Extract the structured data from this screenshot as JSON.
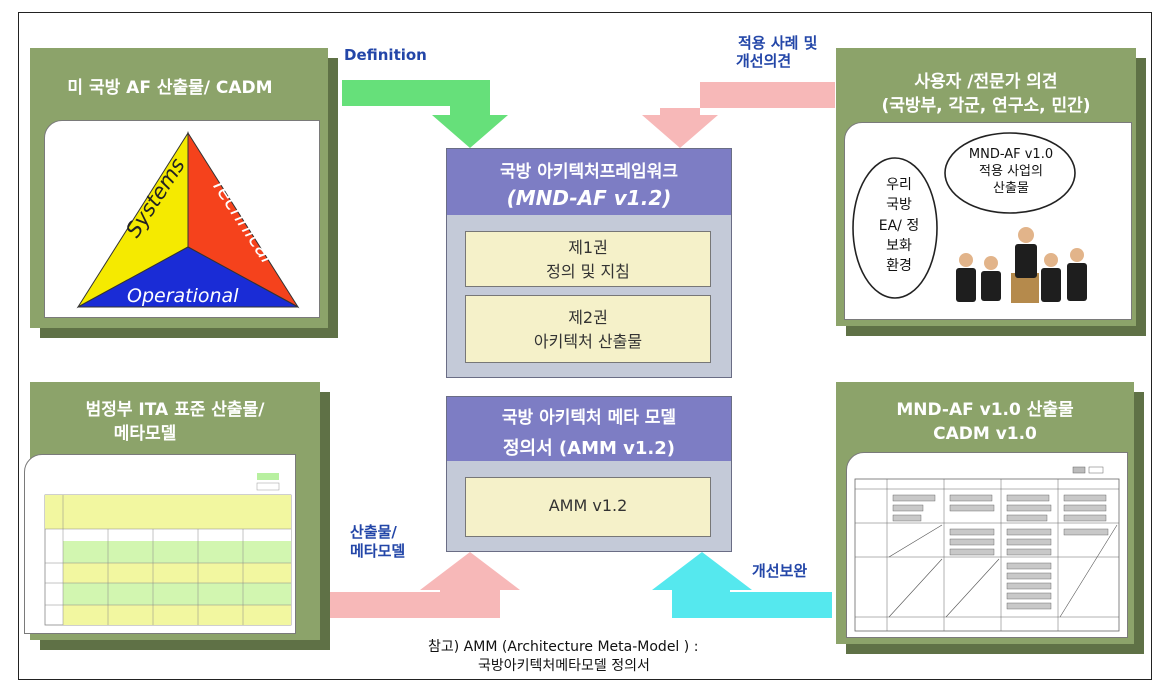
{
  "panels": {
    "top_left_title": "미 국방 AF 산출물/ CADM",
    "top_right_title_line1": "사용자 /전문가 의견",
    "top_right_title_line2": "(국방부, 각군, 연구소, 민간)",
    "bottom_left_title_line1": "범정부 ITA 표준 산출물/",
    "bottom_left_title_line2": "메타모델",
    "bottom_right_title_line1": "MND-AF v1.0 산출물",
    "bottom_right_title_line2": "CADM v1.0"
  },
  "triangle": {
    "systems": "Systems",
    "technical": "Technical",
    "operational": "Operational"
  },
  "arrows": {
    "definition": "Definition",
    "feedback_line1": "적용 사례 및",
    "feedback_line2": "개선의견",
    "outputs_line1": "산출물/",
    "outputs_line2": "메타모델",
    "improve": "개선보완"
  },
  "center": {
    "framework_line1": "국방 아키텍처프레임워크",
    "framework_line2": "(MND-AF v1.2)",
    "vol1_line1": "제1권",
    "vol1_line2": "정의 및 지침",
    "vol2_line1": "제2권",
    "vol2_line2": "아키텍처 산출물",
    "amm_line1": "국방 아키텍처 메타 모델",
    "amm_line2": "정의서 (AMM v1.2)",
    "amm_box": "AMM v1.2"
  },
  "bubbles": {
    "right_bubble_line1": "MND-AF v1.0",
    "right_bubble_line2": "적용 사업의",
    "right_bubble_line3": "산출물",
    "left_bubble_line1": "우리",
    "left_bubble_line2": "국방",
    "left_bubble_line3": "EA/ 정",
    "left_bubble_line4": "보화",
    "left_bubble_line5": "환경"
  },
  "footnote": {
    "line1": "참고)  AMM (Architecture Meta-Model ) :",
    "line2": "국방아키텍처메타모델 정의서"
  },
  "colors": {
    "panel_green": "#8ca36a",
    "center_bg": "#c4cad8",
    "purple_header": "#7d7dc4",
    "yellow_box": "#f5f1c9",
    "arrow_green": "#66e07a",
    "arrow_pink": "#f7b8b8",
    "arrow_cyan": "#55e8ee",
    "label_blue": "#2346a8"
  }
}
